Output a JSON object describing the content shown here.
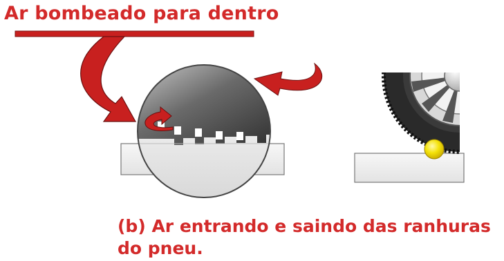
{
  "title": "Ar bombeado para dentro",
  "caption": {
    "line1": "(b) Ar entrando e saindo das ranhuras",
    "line2": "do pneu."
  },
  "colors": {
    "text_red": "#d32a2a",
    "arrow_red": "#c8201f",
    "ball_yellow": "#f4e20a",
    "road_fill": "#efefef",
    "tire_dark": "#2a2a2a"
  }
}
